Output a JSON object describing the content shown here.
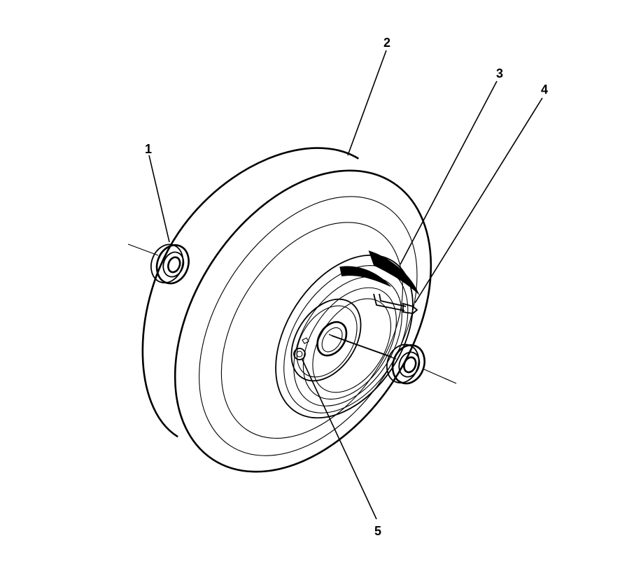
{
  "figure": {
    "type": "exploded-parts-illustration",
    "subject": "wheel-assembly",
    "callouts": [
      {
        "id": "1",
        "label": "1",
        "part": "bearing"
      },
      {
        "id": "2",
        "label": "2",
        "part": "tire"
      },
      {
        "id": "3",
        "label": "3",
        "part": "rim"
      },
      {
        "id": "4",
        "label": "4",
        "part": "valve-stem"
      },
      {
        "id": "5",
        "label": "5",
        "part": "grease-fitting"
      }
    ]
  },
  "colors": {
    "ink": "#000000",
    "paper": "#ffffff"
  }
}
